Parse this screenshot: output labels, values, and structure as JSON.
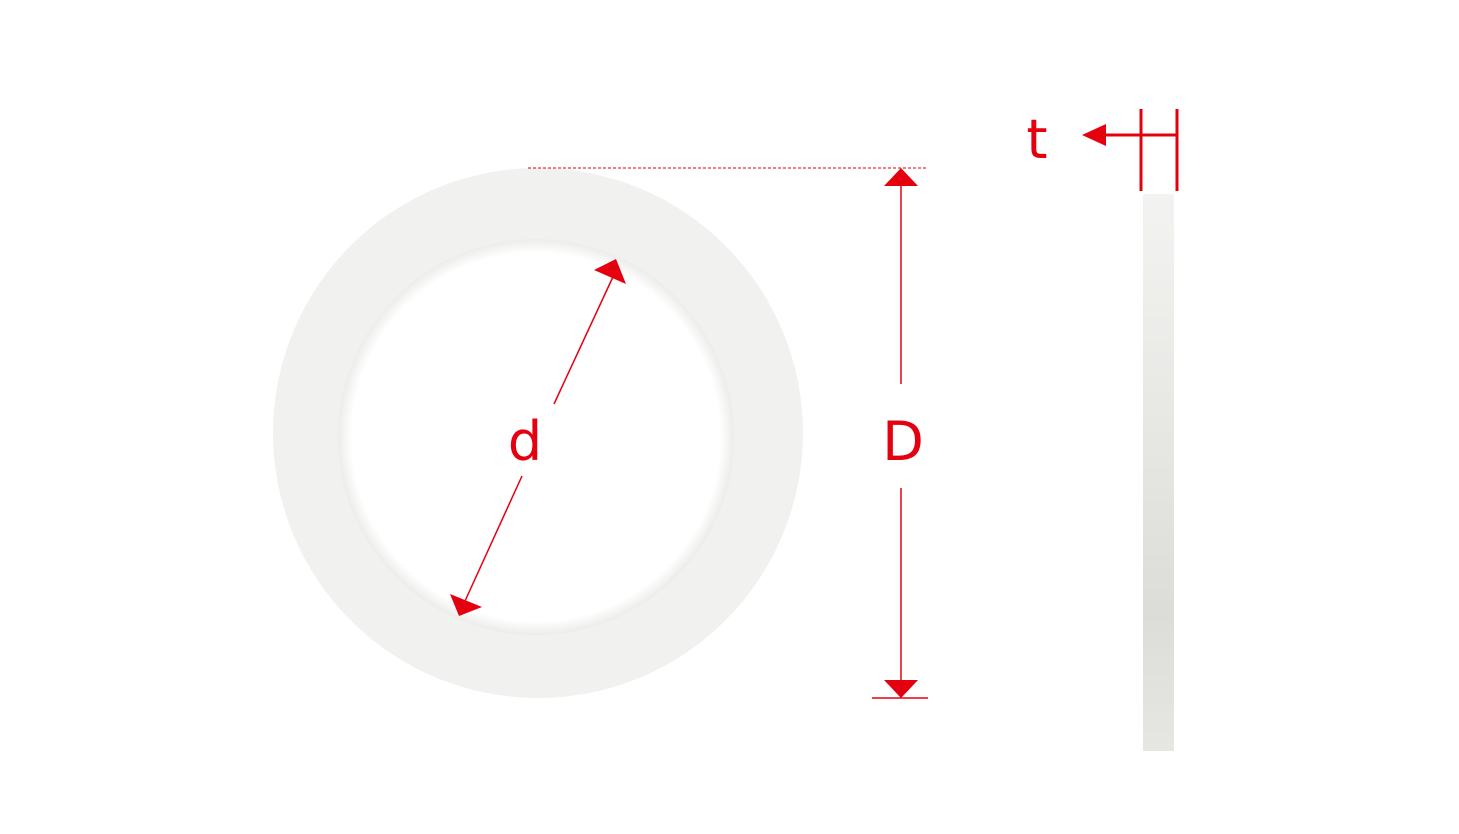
{
  "labels": {
    "inner_diameter": "d",
    "outer_diameter": "D",
    "thickness": "t"
  },
  "colors": {
    "dimension": "#e5000f",
    "washer_fill": "#f1f1ef",
    "washer_edge": "#e9e9e6",
    "side_light": "#f3f3f1",
    "side_mid": "#e6e6e3",
    "side_dark": "#dcdcd8",
    "background": "#ffffff"
  }
}
